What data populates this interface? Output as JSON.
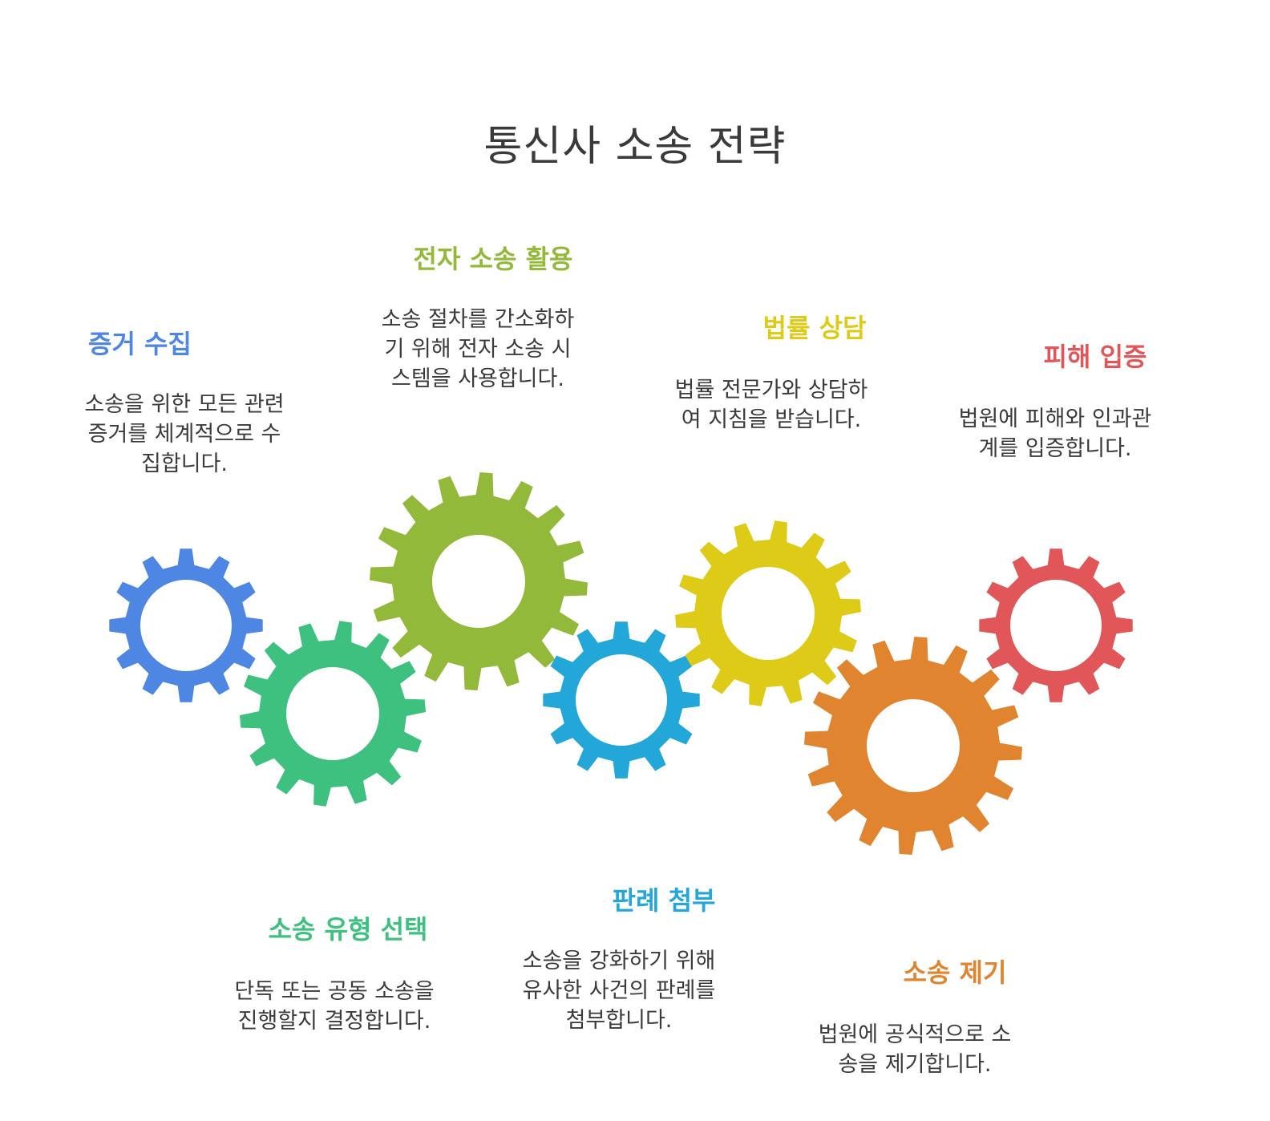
{
  "title": "통신사 소송 전략",
  "steps": [
    {
      "heading": "증거 수집",
      "description": "소송을 위한 모든 관련\n증거를 체계적으로 수\n집합니다.",
      "color": "#4e86e4",
      "teeth": 12
    },
    {
      "heading": "소송 유형 선택",
      "description": "단독 또는 공동 소송을\n진행할지 결정합니다.",
      "color": "#3ec07f",
      "teeth": 14
    },
    {
      "heading": "전자 소송 활용",
      "description": "소송 절차를 간소화하\n기 위해 전자 소송 시\n스템을 사용합니다.",
      "color": "#93b93a",
      "teeth": 16
    },
    {
      "heading": "판례 첨부",
      "description": "소송을 강화하기 위해\n유사한 사건의 판례를\n첨부합니다.",
      "color": "#22a7d8",
      "teeth": 12
    },
    {
      "heading": "법률 상담",
      "description": "법률 전문가와 상담하\n여 지침을 받습니다.",
      "color": "#ddcb17",
      "teeth": 14
    },
    {
      "heading": "소송 제기",
      "description": "법원에 공식적으로 소\n송을 제기합니다.",
      "color": "#e08430",
      "teeth": 16
    },
    {
      "heading": "피해 입증",
      "description": "법원에 피해와 인과관\n계를 입증합니다.",
      "color": "#e15658",
      "teeth": 12
    }
  ]
}
